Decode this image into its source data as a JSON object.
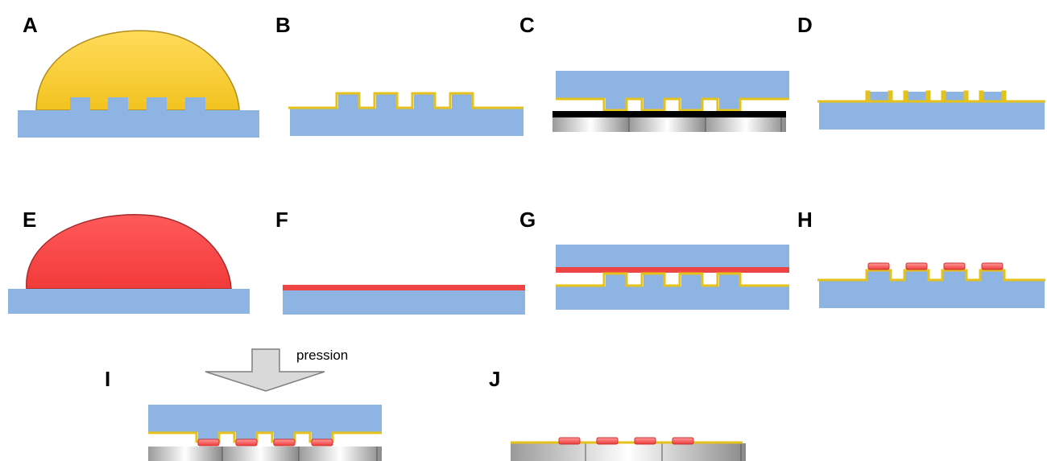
{
  "panels": [
    {
      "id": "A",
      "label": "A"
    },
    {
      "id": "B",
      "label": "B"
    },
    {
      "id": "C",
      "label": "C"
    },
    {
      "id": "D",
      "label": "D"
    },
    {
      "id": "E",
      "label": "E"
    },
    {
      "id": "F",
      "label": "F"
    },
    {
      "id": "G",
      "label": "G"
    },
    {
      "id": "H",
      "label": "H"
    },
    {
      "id": "I",
      "label": "I"
    },
    {
      "id": "J",
      "label": "J"
    }
  ],
  "annotation": {
    "pressure_label": "pression"
  },
  "colors": {
    "substrate": "#8eb4e3",
    "gold": "#f5d238",
    "gold_edge": "#c9a800",
    "resist": "#ff4d4d",
    "resist_edge": "#d63030",
    "metal_light": "#ffffff",
    "metal_dark": "#8a8a8a",
    "black_layer": "#000000",
    "arrow_fill": "#d9d9d9",
    "arrow_stroke": "#7f7f7f"
  }
}
